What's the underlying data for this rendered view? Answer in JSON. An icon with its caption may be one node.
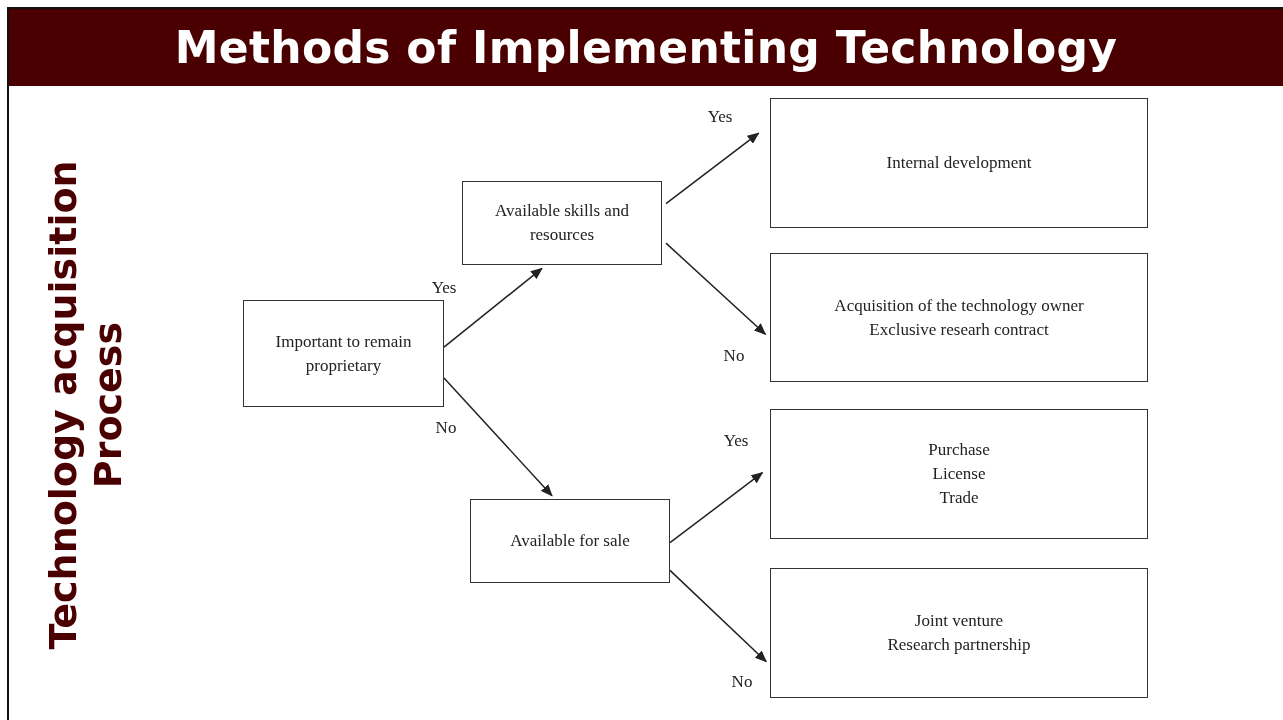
{
  "diagram": {
    "title": "Methods of Implementing Technology",
    "nodes": [
      {
        "text": [
          "Important to remain proprietary"
        ]
      },
      {
        "text": [
          "Available skills and resources"
        ]
      },
      {
        "text": [
          "Available for sale"
        ]
      },
      {
        "text": [
          "Internal development"
        ]
      },
      {
        "text": [
          "Acquisition of the technology owner",
          "Exclusive researh contract"
        ]
      },
      {
        "text": [
          "Purchase",
          "License",
          "Trade"
        ]
      },
      {
        "text": [
          "Joint venture",
          "Research partnership"
        ]
      }
    ],
    "edges": [
      {
        "from": 0,
        "to": 1,
        "arrow": "to",
        "label": "Yes"
      },
      {
        "from": 0,
        "to": 2,
        "arrow": "to",
        "label": "No"
      },
      {
        "from": 1,
        "to": 3,
        "arrow": "to",
        "label": "Yes"
      },
      {
        "from": 1,
        "to": 4,
        "arrow": "to",
        "label": "No"
      },
      {
        "from": 2,
        "to": 5,
        "arrow": "to",
        "label": "Yes"
      },
      {
        "from": 2,
        "to": 6,
        "arrow": "to",
        "label": "No"
      }
    ],
    "labels": [
      "Technology acquisition Process"
    ]
  }
}
